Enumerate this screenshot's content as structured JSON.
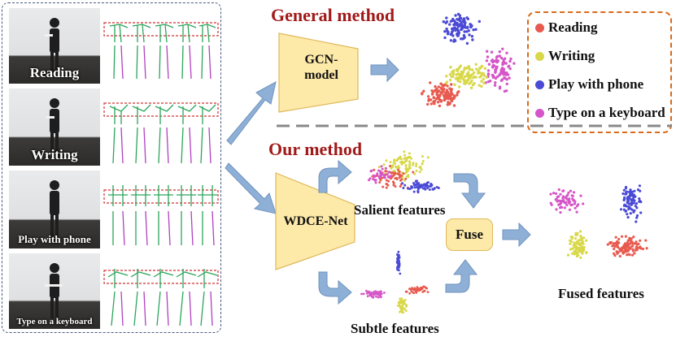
{
  "left_panel": {
    "samples": [
      {
        "label": "Reading"
      },
      {
        "label": "Writing"
      },
      {
        "label": "Play with phone"
      },
      {
        "label": "Type on a keyboard"
      }
    ]
  },
  "general": {
    "title": "General method",
    "model_label": "GCN-\nmodel"
  },
  "ours": {
    "title": "Our method",
    "net_label": "WDCE-Net",
    "salient_label": "Salient features",
    "subtle_label": "Subtle features",
    "fuse_label": "Fuse",
    "fused_label": "Fused features"
  },
  "legend": {
    "items": [
      {
        "label": "Reading",
        "color": "#e85a4f"
      },
      {
        "label": "Writing",
        "color": "#d8d84a"
      },
      {
        "label": "Play with phone",
        "color": "#4a4ad6"
      },
      {
        "label": "Type on a keyboard",
        "color": "#d556c8"
      }
    ]
  },
  "colors": {
    "arrow": "#8fb0d6",
    "trapezoid": "#fde9a8",
    "title": "#a11a1a",
    "separator": "#888888"
  }
}
